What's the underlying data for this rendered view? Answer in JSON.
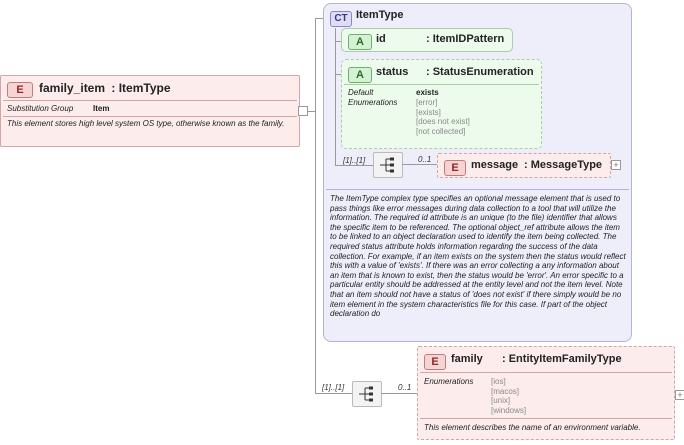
{
  "family_item": {
    "badge": "E",
    "name": "family_item",
    "type": ": ItemType",
    "subst_label": "Substitution Group",
    "subst_value": "Item",
    "description": "This element stores high level system OS type, otherwise known as the family."
  },
  "complex_type": {
    "badge": "CT",
    "name": "ItemType",
    "description": "The ItemType complex type specifies an optional message element that is used to pass things like error messages during data collection to a tool that will utilize the information. The required id attribute is an unique (to the file) identifier that allows the specific item to be referenced. The optional object_ref attribute allows the item to be linked to an object declaration used to identify the item being collected. The required status attribute holds information regarding the success of the data collection. For example, if an item exists on the system then the status would reflect this with a value of 'exists'. If there was an error collecting a any information about an item that is known to exist, then the status would be 'error'. An error specific to a particular entity should be addressed at the entity level and not the item level. Note that an item should not have a status of 'does not exist' if there simply would be no item element in the system characteristics file for this case. If part of the object declaration do"
  },
  "attr_id": {
    "badge": "A",
    "name": "id",
    "type": ": ItemIDPattern"
  },
  "attr_status": {
    "badge": "A",
    "name": "status",
    "type": ": StatusEnumeration",
    "default_label": "Default",
    "enum_label": "Enumerations",
    "default_value": "exists",
    "enumerations": [
      "[error]",
      "[exists]",
      "[does not exist]",
      "[not collected]"
    ]
  },
  "message": {
    "badge": "E",
    "name": "message",
    "type": ": MessageType",
    "occ_min": "[1]..[1]",
    "occ_max": "0..1",
    "expand": "+"
  },
  "family": {
    "badge": "E",
    "name": "family",
    "type": ": EntityItemFamilyType",
    "enum_label": "Enumerations",
    "enumerations": [
      "[ios]",
      "[macos]",
      "[unix]",
      "[windows]"
    ],
    "description": "This element describes the name of an environment variable.",
    "occ_min": "[1]..[1]",
    "occ_max": "0..1",
    "expand": "+"
  },
  "colors": {
    "element_fill": "#fdecec",
    "attribute_fill": "#ecfbec",
    "complex_type_fill": "#eeeefb"
  }
}
